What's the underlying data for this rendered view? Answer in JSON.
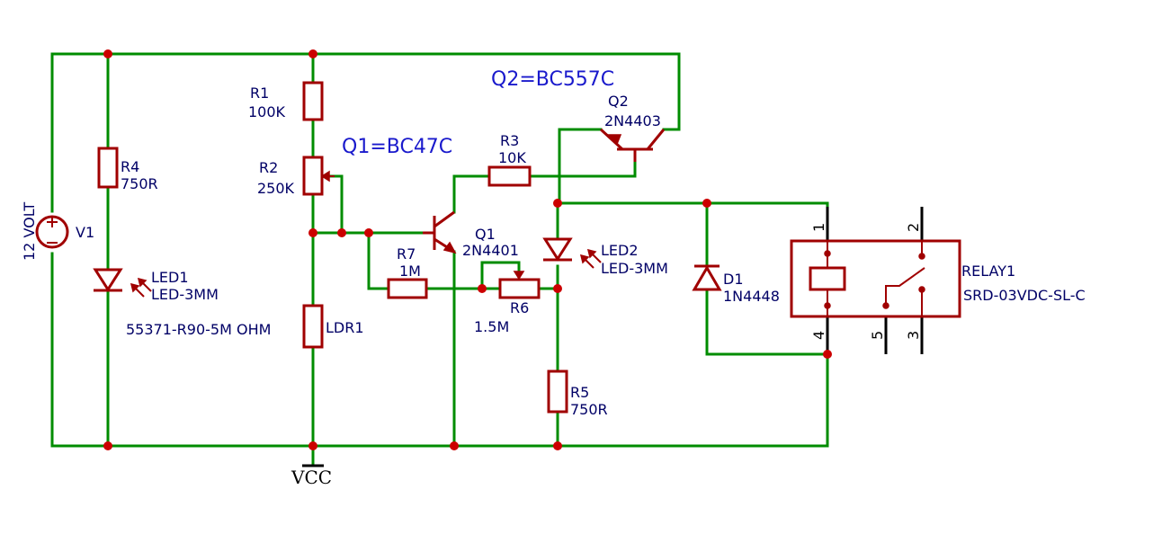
{
  "notes": {
    "q1_note": "Q1=BC47C",
    "q2_note": "Q2=BC557C"
  },
  "supply": {
    "name": "V1",
    "value": "12 VOLT",
    "rail": "VCC"
  },
  "components": {
    "r1": {
      "name": "R1",
      "value": "100K"
    },
    "r2": {
      "name": "R2",
      "value": "250K"
    },
    "r3": {
      "name": "R3",
      "value": "10K"
    },
    "r4": {
      "name": "R4",
      "value": "750R"
    },
    "r5": {
      "name": "R5",
      "value": "750R"
    },
    "r6": {
      "name": "R6",
      "value": "1.5M"
    },
    "r7": {
      "name": "R7",
      "value": "1M"
    },
    "ldr1": {
      "name": "LDR1",
      "value": "55371-R90-5M OHM"
    },
    "led1": {
      "name": "LED1",
      "value": "LED-3MM"
    },
    "led2": {
      "name": "LED2",
      "value": "LED-3MM"
    },
    "d1": {
      "name": "D1",
      "value": "1N4448"
    },
    "q1": {
      "name": "Q1",
      "value": "2N4401"
    },
    "q2": {
      "name": "Q2",
      "value": "2N4403"
    },
    "relay1": {
      "name": "RELAY1",
      "value": "SRD-03VDC-SL-C",
      "pins": {
        "p1": "1",
        "p2": "2",
        "p3": "3",
        "p4": "4",
        "p5": "5"
      }
    }
  },
  "colors": {
    "wire": "#008c00",
    "component": "#a00000",
    "junction": "#cc0000",
    "text": "#000066",
    "note": "#1a1acc"
  }
}
